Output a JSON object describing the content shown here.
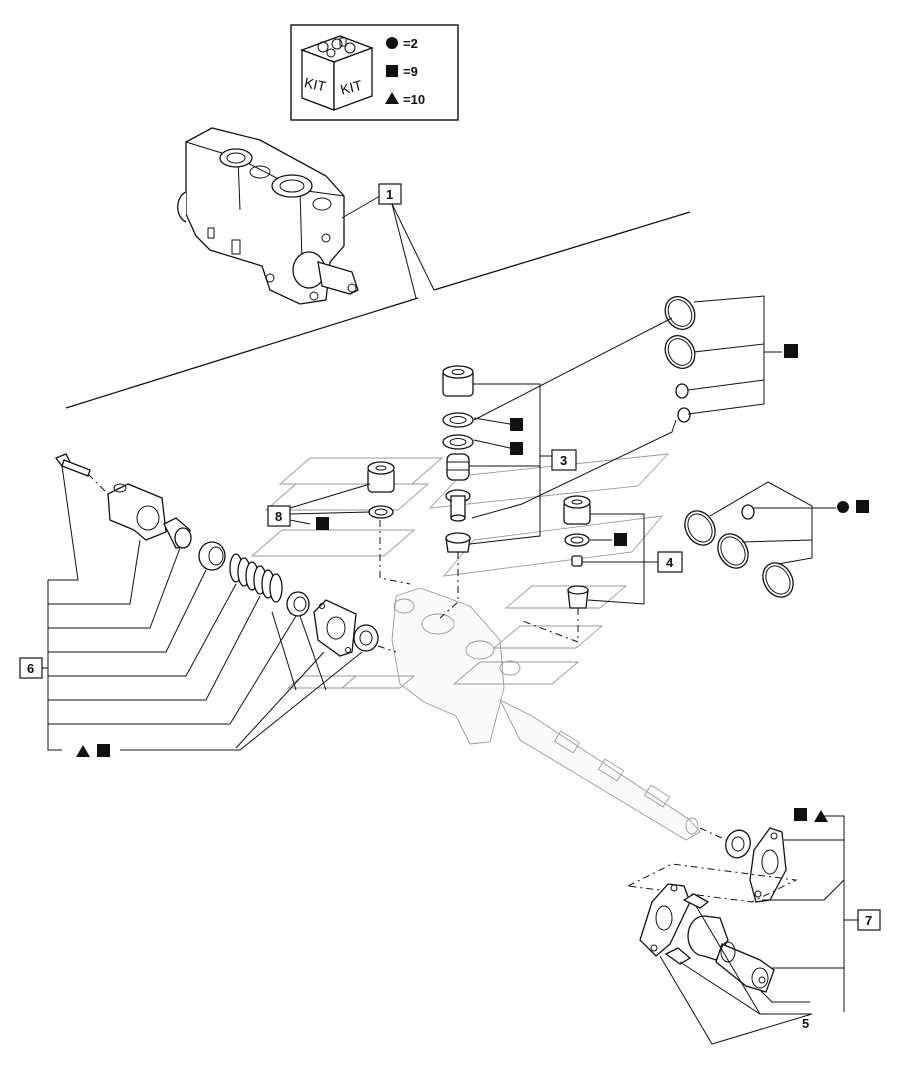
{
  "kit_legend": {
    "kit_word_left": "KIT",
    "kit_word_right": "KIT",
    "entries": [
      {
        "symbol": "circle",
        "text": "=2"
      },
      {
        "symbol": "square",
        "text": "=9"
      },
      {
        "symbol": "triangle",
        "text": "=10"
      }
    ]
  },
  "callouts": [
    {
      "id": "1",
      "text": "1"
    },
    {
      "id": "3",
      "text": "3"
    },
    {
      "id": "4",
      "text": "4"
    },
    {
      "id": "5",
      "text": "5"
    },
    {
      "id": "6",
      "text": "6"
    },
    {
      "id": "7",
      "text": "7"
    },
    {
      "id": "8",
      "text": "8"
    }
  ],
  "kit_marks": [
    {
      "id": "oring-set",
      "symbols": [
        "square"
      ]
    },
    {
      "id": "seal-3a",
      "symbols": [
        "square"
      ]
    },
    {
      "id": "seal-3b",
      "symbols": [
        "square"
      ]
    },
    {
      "id": "seal-4",
      "symbols": [
        "square"
      ]
    },
    {
      "id": "seal-8",
      "symbols": [
        "square"
      ]
    },
    {
      "id": "rings-right",
      "symbols": [
        "circle",
        "square"
      ]
    },
    {
      "id": "seal-6",
      "symbols": [
        "triangle",
        "square"
      ]
    },
    {
      "id": "seal-7",
      "symbols": [
        "square",
        "triangle"
      ]
    }
  ],
  "colors": {
    "ink": "#111111",
    "ghost": "#9a9a9a",
    "paper": "#ffffff"
  }
}
